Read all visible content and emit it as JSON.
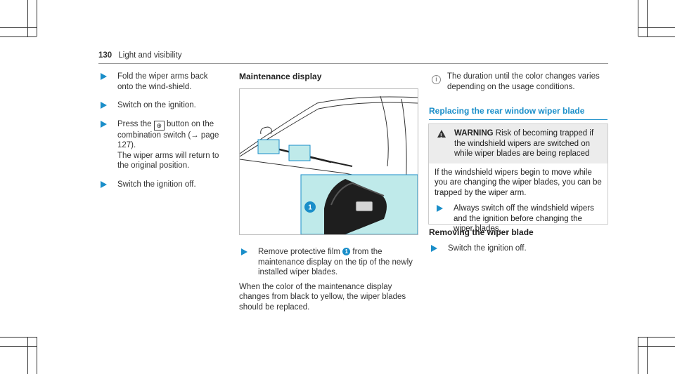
{
  "header": {
    "page_number": "130",
    "section_title": "Light and visibility"
  },
  "col1": {
    "steps": [
      {
        "text": "Fold the wiper arms back onto the wind-shield."
      },
      {
        "text": "Switch on the ignition."
      },
      {
        "text_before": "Press the",
        "icon": "wiper-button-icon",
        "text_after": "button on the combination switch (→ page 127).",
        "text_extra": "The wiper arms will return to the original position."
      },
      {
        "text": "Switch the ignition off."
      }
    ]
  },
  "col2": {
    "heading": "Maintenance display",
    "figure_callout": "1",
    "step": {
      "text_before": "Remove protective film",
      "callout": "1",
      "text_after": "from the maintenance display on the tip of the newly installed wiper blades."
    },
    "paragraph": "When the color of the maintenance display changes from black to yellow, the wiper blades should be replaced."
  },
  "col3": {
    "info_text": "The duration until the color changes varies depending on the usage conditions.",
    "section_heading": "Replacing the rear window wiper blade",
    "warning": {
      "title": "WARNING",
      "head_text": "Risk of becoming trapped if the windshield wipers are switched on while wiper blades are being replaced",
      "body_text": "If the windshield wipers begin to move while you are changing the wiper blades, you can be trapped by the wiper arm.",
      "step": "Always switch off the windshield wipers and the ignition before changing the wiper blades."
    },
    "sub_heading": "Removing the wiper blade",
    "step": "Switch the ignition off."
  },
  "colors": {
    "accent": "#1a8ec9",
    "figure_highlight": "#bfeaea"
  }
}
